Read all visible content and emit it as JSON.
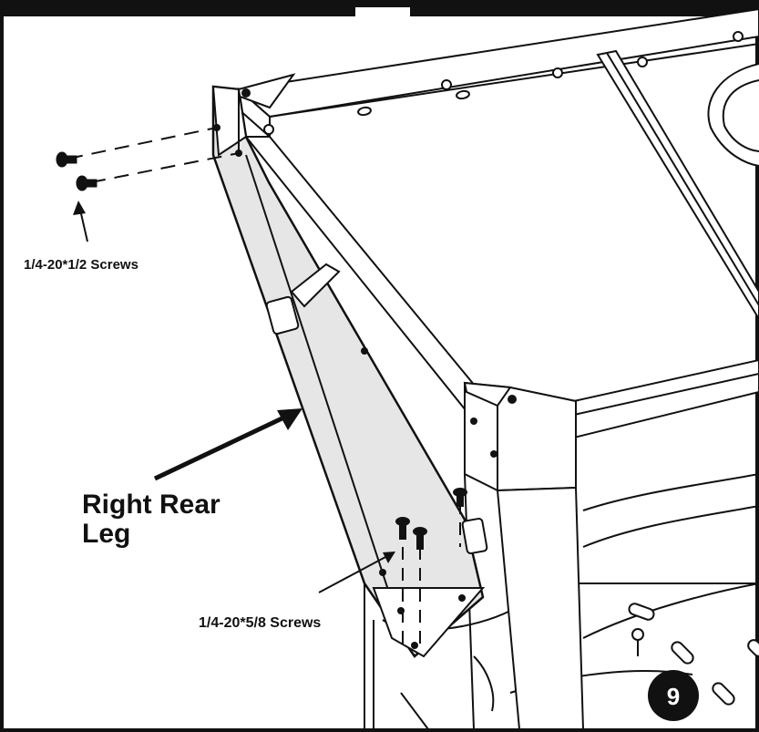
{
  "labels": {
    "screws_top": "1/4-20*1/2 Screws",
    "leg_line1": "Right Rear",
    "leg_line2": "Leg",
    "screws_bottom": "1/4-20*5/8 Screws"
  },
  "step_number": "9",
  "icons": [
    "screw-icon",
    "arrow-icon"
  ],
  "colors": {
    "ink": "#111111",
    "leg_fill": "#e6e6e6",
    "frame": "#ffffff"
  }
}
